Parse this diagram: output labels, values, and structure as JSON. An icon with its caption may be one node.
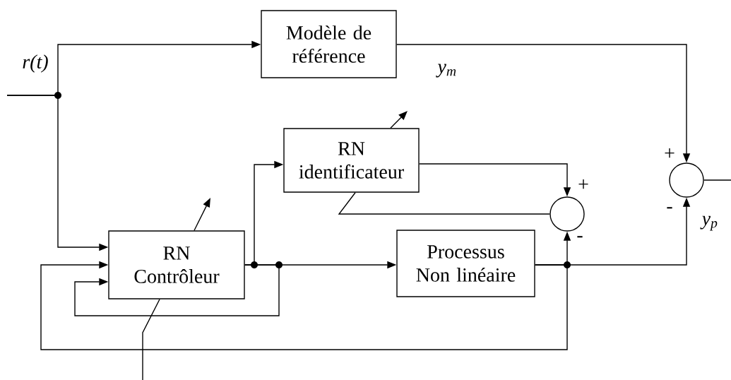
{
  "diagram": {
    "nodes": [
      {
        "text": [
          "Modèle de référence"
        ]
      },
      {
        "text": [
          "RN identificateur"
        ]
      },
      {
        "text": [
          "RN Contrôleur"
        ]
      },
      {
        "text": [
          "Processus Non linéaire"
        ]
      },
      {
        "text": [],
        "shape": "circle"
      },
      {
        "text": [],
        "shape": "circle"
      }
    ],
    "edges": [
      {
        "from": null,
        "to": 0,
        "arrow": "to"
      },
      {
        "from": null,
        "to": 2,
        "arrow": "to"
      },
      {
        "from": 0,
        "to": 5,
        "arrow": "to"
      },
      {
        "from": 2,
        "to": 1,
        "arrow": "to"
      },
      {
        "from": 2,
        "to": 3,
        "arrow": "to"
      },
      {
        "from": 2,
        "to": 2,
        "arrow": "to"
      },
      {
        "from": 1,
        "to": 4,
        "arrow": "to"
      },
      {
        "from": 4,
        "to": 1,
        "arrow": "none"
      },
      {
        "from": 3,
        "to": 4,
        "arrow": "to"
      },
      {
        "from": 3,
        "to": 5,
        "arrow": "to"
      },
      {
        "from": 3,
        "to": 2,
        "arrow": "to"
      },
      {
        "from": 5,
        "to": null,
        "arrow": "none"
      },
      {
        "from": 1,
        "to": null,
        "arrow": "to"
      },
      {
        "from": 2,
        "to": null,
        "arrow": "to"
      },
      {
        "from": null,
        "to": 2,
        "arrow": "none"
      }
    ],
    "labels": [
      "r(t)",
      "y$_{m}$",
      "+",
      "+",
      "-",
      "y$_{p}$",
      "-"
    ]
  }
}
